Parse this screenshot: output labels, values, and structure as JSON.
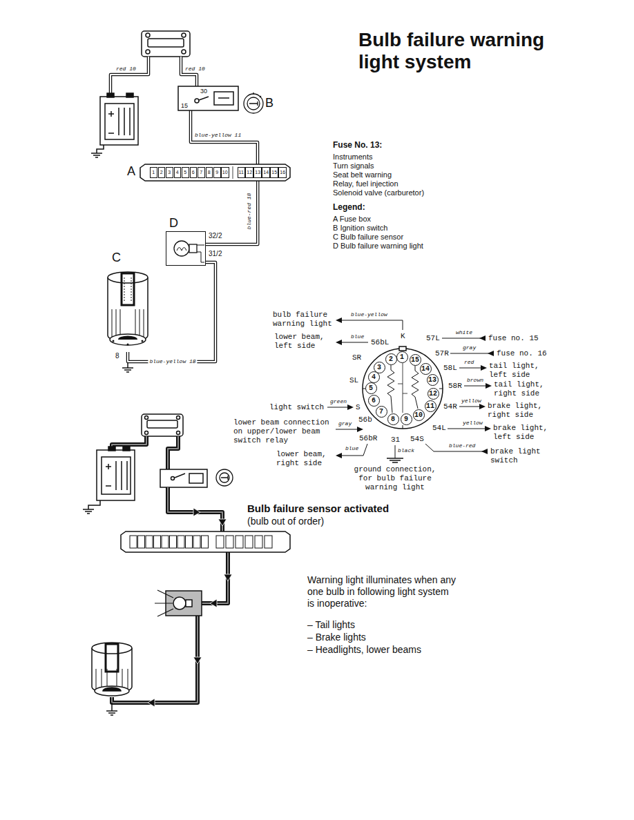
{
  "diagram": {
    "title": "Bulb failure warning light system",
    "nodes": [
      {
        "text": [
          "A"
        ]
      },
      {
        "text": [
          "1"
        ],
        "in": 0
      },
      {
        "text": [
          "2"
        ],
        "in": 0
      },
      {
        "text": [
          "3"
        ],
        "in": 0
      },
      {
        "text": [
          "4"
        ],
        "in": 0
      },
      {
        "text": [
          "5"
        ],
        "in": 0
      },
      {
        "text": [
          "6"
        ],
        "in": 0
      },
      {
        "text": [
          "7"
        ],
        "in": 0
      },
      {
        "text": [
          "8"
        ],
        "in": 0
      },
      {
        "text": [
          "9"
        ],
        "in": 0
      },
      {
        "text": [
          "10"
        ],
        "in": 0
      },
      {
        "text": [
          "11"
        ],
        "in": 0
      },
      {
        "text": [
          "12"
        ],
        "in": 0
      },
      {
        "text": [
          "13"
        ],
        "in": 0
      },
      {
        "text": [
          "14"
        ],
        "in": 0
      },
      {
        "text": [
          "15"
        ],
        "in": 0
      },
      {
        "text": [
          "16"
        ],
        "in": 0
      },
      {
        "text": [
          "D"
        ]
      },
      {
        "text": [
          "C"
        ]
      },
      {
        "text": [
          "1"
        ]
      },
      {
        "text": [
          "2"
        ]
      },
      {
        "text": [
          "3"
        ]
      },
      {
        "text": [
          "4"
        ]
      },
      {
        "text": [
          "5"
        ]
      },
      {
        "text": [
          "6"
        ]
      },
      {
        "text": [
          "7"
        ]
      },
      {
        "text": [
          "8"
        ]
      },
      {
        "text": [
          "9"
        ]
      },
      {
        "text": [
          "10"
        ]
      },
      {
        "text": [
          "11"
        ]
      },
      {
        "text": [
          "12"
        ]
      },
      {
        "text": [
          "13"
        ]
      },
      {
        "text": [
          "14"
        ]
      },
      {
        "text": [
          "15"
        ]
      }
    ],
    "edges": [
      {
        "from": 13,
        "to": 17,
        "arrow": "none",
        "label": "blue-red 18"
      },
      {
        "from": 17,
        "to": 18,
        "arrow": "none",
        "label": "blue-yellow 18"
      }
    ],
    "labels": [
      "red 10",
      "red 10",
      "30",
      "15",
      "B",
      "blue-yellow 11",
      "32/2",
      "31/2",
      "8",
      "Fuse No. 13:",
      "Instruments",
      "Turn signals",
      "Seat belt warning",
      "Relay, fuel injection",
      "Solenoid valve (carburetor)",
      "Legend:",
      "bulb failure warning light",
      "blue-yellow",
      "K",
      "lower beam, left side",
      "blue",
      "56bL",
      "57L",
      "white",
      "fuse no. 15",
      "57R",
      "gray",
      "fuse no. 16",
      "SR",
      "58L",
      "red",
      "tail light, left side",
      "SL",
      "58R",
      "brown",
      "tail light, right side",
      "S",
      "green",
      "light switch",
      "54R",
      "yellow",
      "brake light, right side",
      "56b",
      "gray",
      "lower beam connection on upper/lower beam switch relay",
      "54L",
      "yellow",
      "brake light, left side",
      "56bR",
      "31",
      "54S",
      "blue-red",
      "brake light switch",
      "blue",
      "lower beam, right side",
      "black",
      "ground connection, for bulb failure warning light",
      "Bulb failure sensor activated",
      "(bulb out of order)",
      "Warning light illuminates when any one bulb in following light system is inoperative:",
      "– Tail lights",
      "– Brake lights",
      "– Headlights, lower beams"
    ],
    "legend": [
      {
        "text": "A Fuse box"
      },
      {
        "text": "B Ignition switch"
      },
      {
        "text": "C Bulb failure sensor"
      },
      {
        "text": "D Bulb failure warning light"
      }
    ]
  }
}
